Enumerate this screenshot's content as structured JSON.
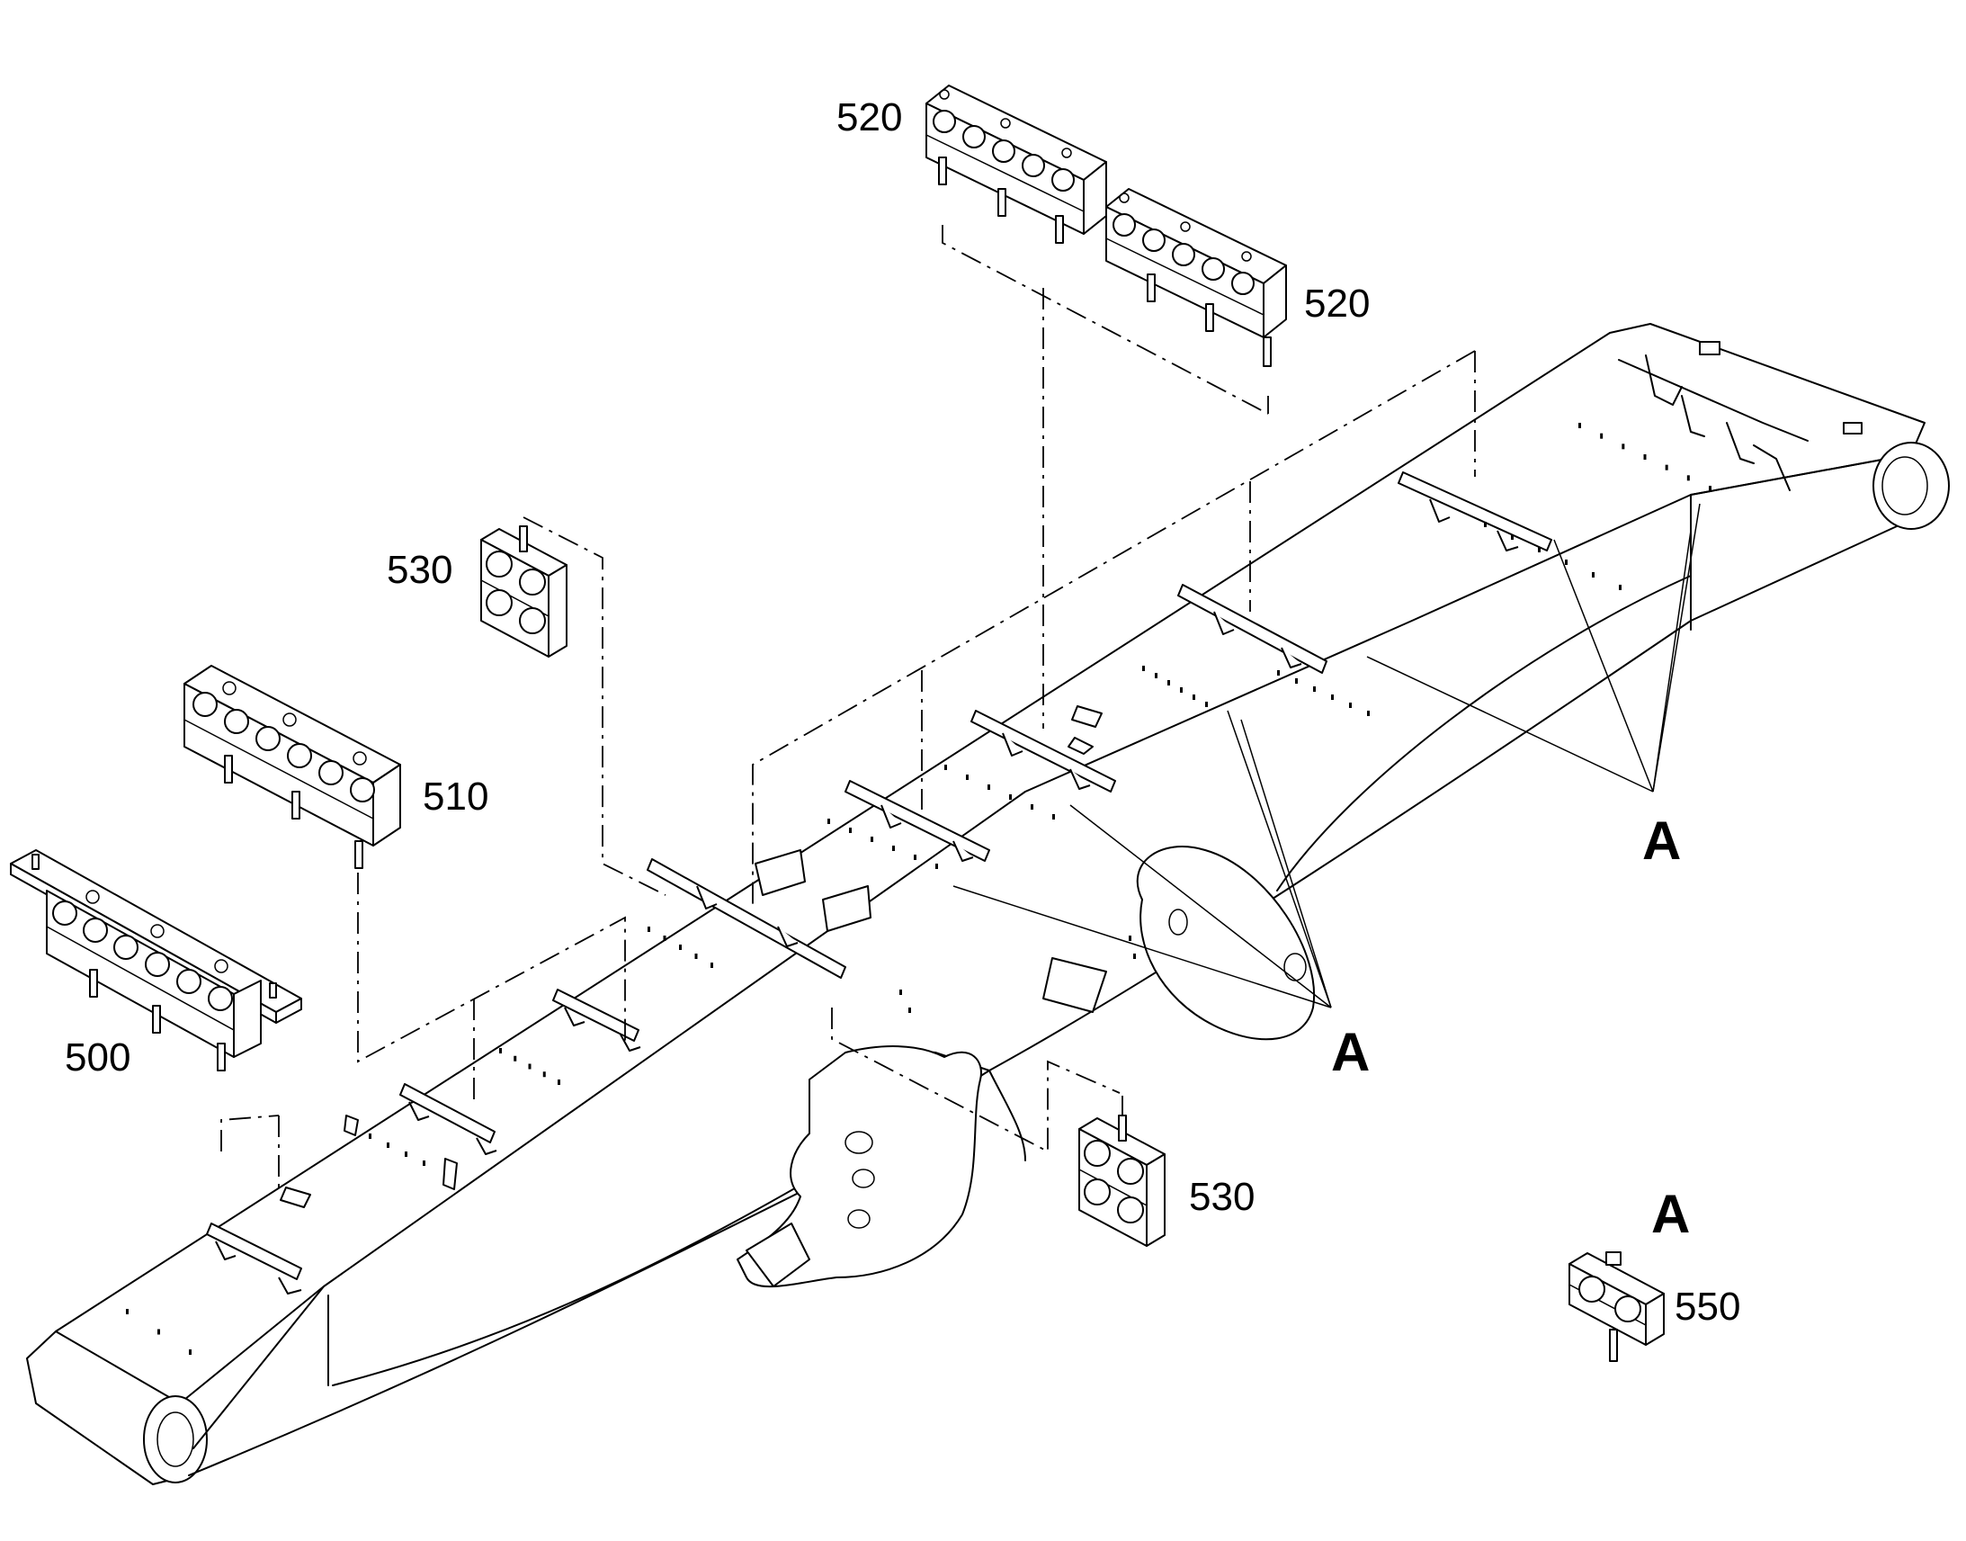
{
  "labels": {
    "p500": "500",
    "p510": "510",
    "p520a": "520",
    "p520b": "520",
    "p530a": "530",
    "p530b": "530",
    "p550": "550",
    "viewA_1": "A",
    "viewA_2": "A",
    "viewA_3": "A"
  }
}
